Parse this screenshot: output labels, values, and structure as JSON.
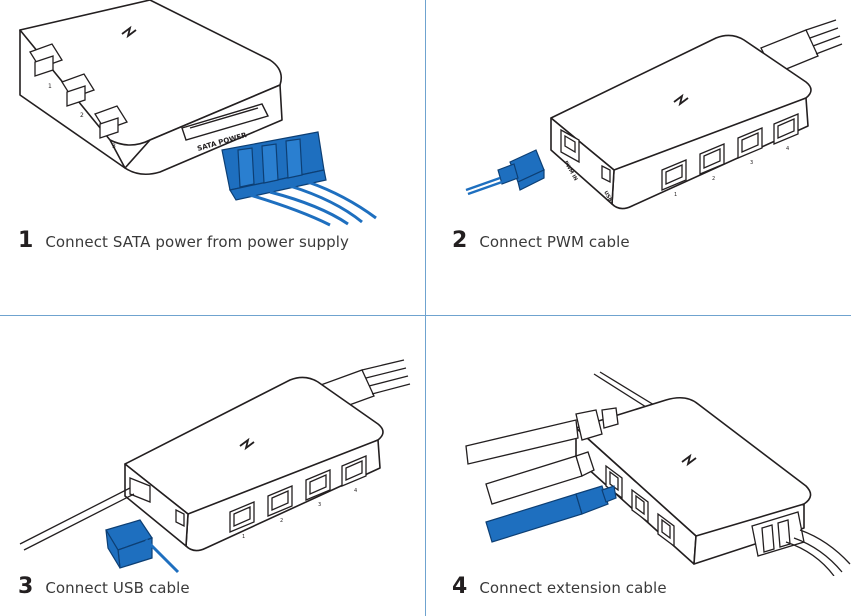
{
  "steps": [
    {
      "number": "1",
      "text": "Connect SATA power from power supply",
      "port_label": "SATA POWER"
    },
    {
      "number": "2",
      "text": "Connect PWM cable",
      "port_label": "PWM IN",
      "usb_label": "USB"
    },
    {
      "number": "3",
      "text": "Connect USB cable"
    },
    {
      "number": "4",
      "text": "Connect extension cable"
    }
  ],
  "fan_port_numbers": [
    "1",
    "2",
    "3",
    "4"
  ],
  "colors": {
    "divider": "#6fa3cf",
    "cable_blue": "#1e6fbf",
    "cable_blue_dark": "#0d4f94",
    "outline": "#231f20"
  }
}
